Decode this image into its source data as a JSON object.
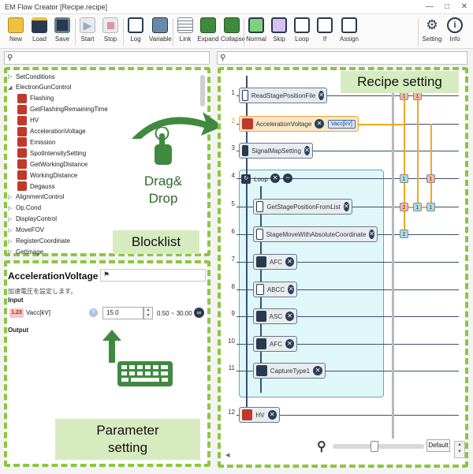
{
  "window": {
    "title": "EM Flow Creator  [Recipe.recipe]"
  },
  "toolbar": {
    "new": "New",
    "load": "Load",
    "save": "Save",
    "start": "Start",
    "stop": "Stop",
    "log": "Log",
    "variable": "Variable",
    "link": "Link",
    "expand": "Expand",
    "collapse": "Collapse",
    "normal": "Normal",
    "skip": "Skip",
    "loop": "Loop",
    "if": "If",
    "assign": "Assign",
    "setting": "Setting",
    "info": "Info"
  },
  "blocklist": {
    "items": [
      {
        "label": "SetConditions",
        "type": "group"
      },
      {
        "label": "ElectronGunControl",
        "type": "group-open"
      },
      {
        "label": "Flashing",
        "type": "leaf",
        "color": "#c0392b",
        "icon": "flash-icon"
      },
      {
        "label": "GetFlashingRemainingTime",
        "type": "leaf",
        "color": "#c0392b",
        "icon": "flash-icon"
      },
      {
        "label": "HV",
        "type": "leaf",
        "color": "#c0392b",
        "icon": "power-icon"
      },
      {
        "label": "AccelerationVoltage",
        "type": "leaf",
        "color": "#c0392b",
        "icon": "voltage-icon"
      },
      {
        "label": "Emission",
        "type": "leaf",
        "color": "#c0392b",
        "icon": "emission-icon"
      },
      {
        "label": "SpotIntensitySetting",
        "type": "leaf",
        "color": "#c0392b",
        "icon": "spot-icon"
      },
      {
        "label": "GetWorkingDistance",
        "type": "leaf",
        "color": "#c0392b",
        "icon": "wd-icon"
      },
      {
        "label": "WorkingDistance",
        "type": "leaf",
        "color": "#c0392b",
        "icon": "wd-icon"
      },
      {
        "label": "Degauss",
        "type": "leaf",
        "color": "#c0392b",
        "icon": "degauss-icon"
      },
      {
        "label": "AlignmentControl",
        "type": "group"
      },
      {
        "label": "Op.Cond",
        "type": "group"
      },
      {
        "label": "DisplayControl",
        "type": "group"
      },
      {
        "label": "MoveFOV",
        "type": "group"
      },
      {
        "label": "RegisterCoordinate",
        "type": "group"
      },
      {
        "label": "GetImage",
        "type": "group"
      }
    ],
    "overlay_label": "Blocklist",
    "drag_label_1": "Drag&",
    "drag_label_2": "Drop"
  },
  "parameter": {
    "title": "AccelerationVoltage",
    "description": "加速電圧を設定します。",
    "input_section": "Input",
    "output_section": "Output",
    "input_badge": "1.23",
    "input_name": "Vacc[kV]",
    "input_value": "15.0",
    "input_range": "0.50 ~ 30.00",
    "overlay_label_1": "Parameter",
    "overlay_label_2": "setting"
  },
  "recipe": {
    "overlay_label": "Recipe setting",
    "rows": [
      {
        "num": "1",
        "label": "ReadStagePositionFile"
      },
      {
        "num": "2",
        "label": "AccelerationVoltage",
        "param": "Vacc[kV]"
      },
      {
        "num": "3",
        "label": "SignalMapSetting"
      },
      {
        "num": "4",
        "label": "Loop"
      },
      {
        "num": "5",
        "label": "GetStagePositionFromList"
      },
      {
        "num": "6",
        "label": "StageMoveWithAbsoluteCoordinate"
      },
      {
        "num": "7",
        "label": "AFC"
      },
      {
        "num": "8",
        "label": "ABCC"
      },
      {
        "num": "9",
        "label": "ASC"
      },
      {
        "num": "10",
        "label": "AFC"
      },
      {
        "num": "11",
        "label": "CaptureType1"
      },
      {
        "num": "12",
        "label": "HV"
      }
    ],
    "chips": {
      "one": "1",
      "two": "2"
    },
    "default_button": "Default"
  }
}
